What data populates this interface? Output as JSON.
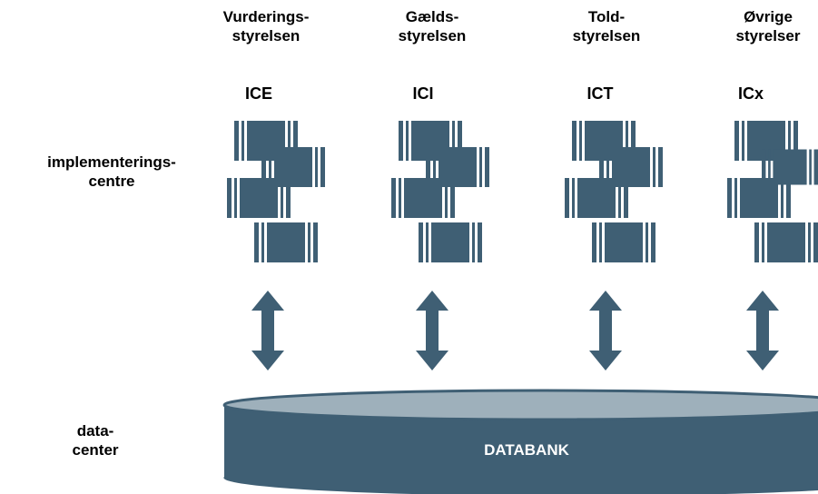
{
  "agencies": [
    {
      "title": "Vurderings-\nstyrelsen",
      "ic": "ICE"
    },
    {
      "title": "Gælds-\nstyrelsen",
      "ic": "ICI"
    },
    {
      "title": "Told-\nstyrelsen",
      "ic": "ICT"
    },
    {
      "title": "Øvrige\nstyrelser",
      "ic": "ICx"
    }
  ],
  "row_labels": {
    "implementation": "implementerings-\ncentre",
    "datacenter": "data-\ncenter"
  },
  "database": {
    "label": "DATABANK"
  },
  "colors": {
    "block": "#3f5f74",
    "database_body": "#3f5f74",
    "database_top": "#9eb0bb",
    "arrow": "#3f5f74"
  }
}
